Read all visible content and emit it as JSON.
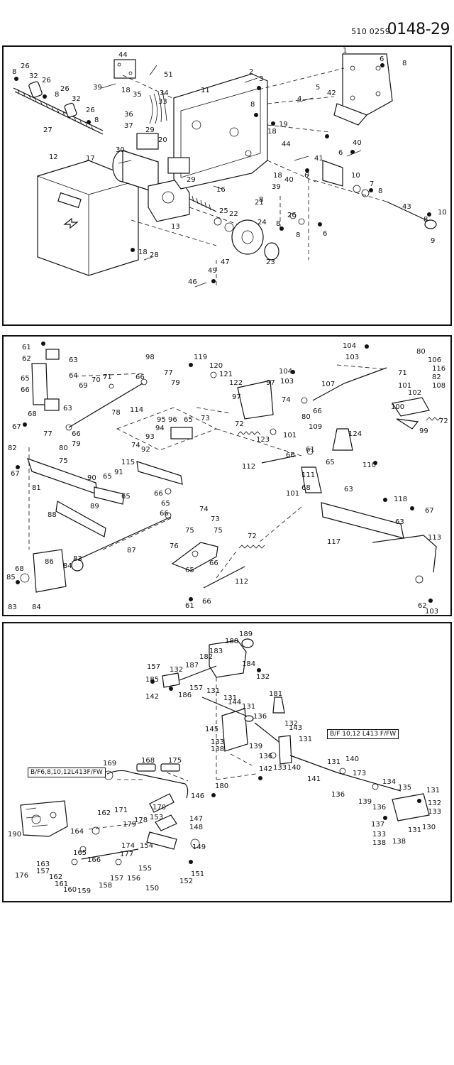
{
  "header": {
    "doc_prefix": "510 0259",
    "doc_code": "0148-29"
  },
  "panel_1": {
    "callouts": [
      "1",
      "2",
      "3",
      "4",
      "5",
      "6",
      "6",
      "6",
      "6",
      "7",
      "8",
      "8",
      "8",
      "8",
      "8",
      "8",
      "8",
      "8",
      "8",
      "8",
      "9",
      "10",
      "10",
      "11",
      "12",
      "13",
      "16",
      "17",
      "18",
      "18",
      "18",
      "18",
      "19",
      "20",
      "21",
      "22",
      "23",
      "24",
      "25",
      "26",
      "26",
      "26",
      "26",
      "26",
      "27",
      "28",
      "29",
      "29",
      "30",
      "32",
      "32",
      "33",
      "34",
      "35",
      "36",
      "37",
      "39",
      "39",
      "40",
      "40",
      "41",
      "42",
      "43",
      "44",
      "44",
      "46",
      "47",
      "49",
      "51"
    ]
  },
  "panel_2": {
    "callouts": [
      "61",
      "61",
      "61",
      "62",
      "62",
      "63",
      "63",
      "63",
      "63",
      "64",
      "65",
      "65",
      "65",
      "65",
      "65",
      "65",
      "65",
      "66",
      "66",
      "66",
      "66",
      "66",
      "66",
      "66",
      "66",
      "66",
      "67",
      "67",
      "67",
      "68",
      "68",
      "68",
      "69",
      "70",
      "71",
      "71",
      "72",
      "72",
      "72",
      "73",
      "73",
      "74",
      "74",
      "74",
      "75",
      "75",
      "75",
      "76",
      "77",
      "77",
      "78",
      "79",
      "79",
      "80",
      "80",
      "80",
      "81",
      "82",
      "82",
      "83",
      "83",
      "84",
      "84",
      "85",
      "86",
      "87",
      "88",
      "89",
      "90",
      "91",
      "92",
      "93",
      "94",
      "95",
      "96",
      "97",
      "97",
      "98",
      "99",
      "100",
      "101",
      "101",
      "101",
      "102",
      "103",
      "103",
      "103",
      "104",
      "104",
      "106",
      "107",
      "108",
      "109",
      "110",
      "111",
      "112",
      "112",
      "113",
      "114",
      "115",
      "116",
      "117",
      "118",
      "119",
      "120",
      "121",
      "122",
      "123",
      "124"
    ]
  },
  "panel_3": {
    "variant_labels": [
      "B/F 10,12 L413 F/FW",
      "B/F6,8,10,12L413F/FW"
    ],
    "callouts": [
      "130",
      "131",
      "131",
      "131",
      "131",
      "131",
      "131",
      "131",
      "132",
      "132",
      "132",
      "132",
      "133",
      "133",
      "133",
      "133",
      "134",
      "135",
      "136",
      "136",
      "136",
      "136",
      "137",
      "138",
      "138",
      "138",
      "139",
      "139",
      "140",
      "140",
      "141",
      "142",
      "142",
      "143",
      "144",
      "145",
      "146",
      "147",
      "148",
      "149",
      "150",
      "151",
      "152",
      "153",
      "154",
      "155",
      "156",
      "157",
      "157",
      "157",
      "157",
      "158",
      "159",
      "160",
      "161",
      "162",
      "162",
      "163",
      "164",
      "165",
      "166",
      "168",
      "169",
      "170",
      "171",
      "173",
      "174",
      "175",
      "176",
      "177",
      "178",
      "179",
      "180",
      "181",
      "182",
      "183",
      "184",
      "185",
      "186",
      "187",
      "188",
      "189",
      "190"
    ]
  }
}
